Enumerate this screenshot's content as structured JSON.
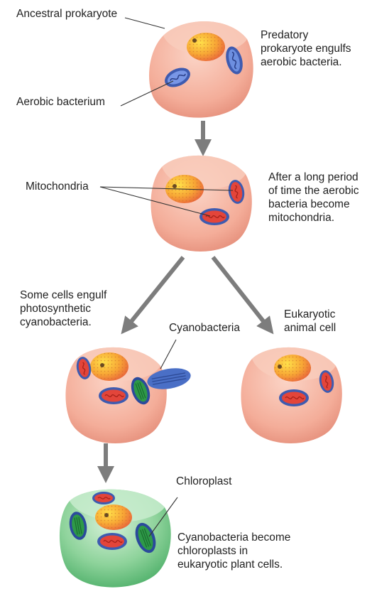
{
  "labels": {
    "ancestral_prokaryote": "Ancestral prokaryote",
    "aerobic_bacterium": "Aerobic bacterium",
    "predatory": [
      "Predatory",
      "prokaryote engulfs",
      "aerobic bacteria."
    ],
    "mitochondria": "Mitochondria",
    "after_long_period": [
      "After a long period",
      "of time the aerobic",
      "bacteria become",
      "mitochondria."
    ],
    "some_cells": [
      "Some cells engulf",
      "photosynthetic",
      "cyanobacteria."
    ],
    "cyanobacteria": "Cyanobacteria",
    "eukaryotic_animal": [
      "Eukaryotic",
      "animal cell"
    ],
    "chloroplast": "Chloroplast",
    "cyano_become": [
      "Cyanobacteria become",
      "chloroplasts in",
      "eukaryotic plant cells."
    ]
  },
  "colors": {
    "cell_fill": "#f6b8a6",
    "cell_top": "#f9cdbd",
    "cell_side": "#ec9a86",
    "plant_fill": "#8fd39c",
    "plant_top": "#bfe7c4",
    "nucleus": "#f5a431",
    "nucleolus": "#7a5a2a",
    "mito_outer": "#3e5bb0",
    "mito_inner": "#e3453a",
    "cyano": "#4a6fc6",
    "chloro": "#2e9a48",
    "arrow": "#7d7d7d",
    "line": "#333333"
  }
}
